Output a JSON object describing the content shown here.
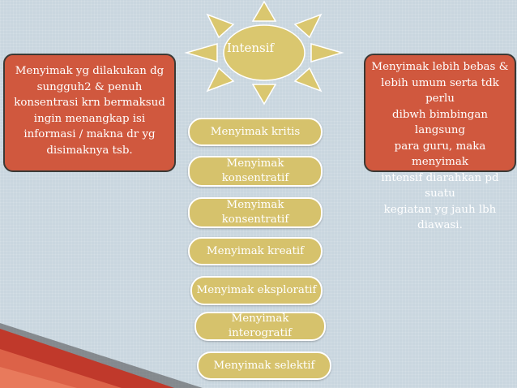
{
  "sun": {
    "label": "Intensif"
  },
  "left_box": {
    "lines": [
      "Menyimak yg dilakukan dg",
      "sungguh2 & penuh",
      "konsentrasi krn bermaksud",
      "ingin menangkap isi",
      "informasi / makna dr yg",
      "disimaknya tsb."
    ]
  },
  "right_box": {
    "lines": [
      "Menyimak lebih bebas &",
      "lebih umum serta tdk perlu",
      "dibwh bimbingan langsung",
      "para guru, maka menyimak",
      "intensif diarahkan pd suatu",
      "kegiatan yg jauh lbh",
      "diawasi."
    ]
  },
  "types": [
    {
      "lines": [
        "Menyimak kritis"
      ]
    },
    {
      "lines": [
        "Menyimak",
        "konsentratif"
      ]
    },
    {
      "lines": [
        "Menyimak",
        "konsentratif"
      ]
    },
    {
      "lines": [
        "Menyimak kreatif"
      ]
    },
    {
      "lines": [
        "Menyimak eksploratif"
      ]
    },
    {
      "lines": [
        "Menyimak",
        "interogratif"
      ]
    },
    {
      "lines": [
        "Menyimak selektif"
      ]
    }
  ],
  "colors": {
    "background": "#c9d6df",
    "box_fill": "#d0583e",
    "pill_fill": "#d6c26c",
    "sun_fill": "#dac76f",
    "corner_red": "#c0392b"
  }
}
